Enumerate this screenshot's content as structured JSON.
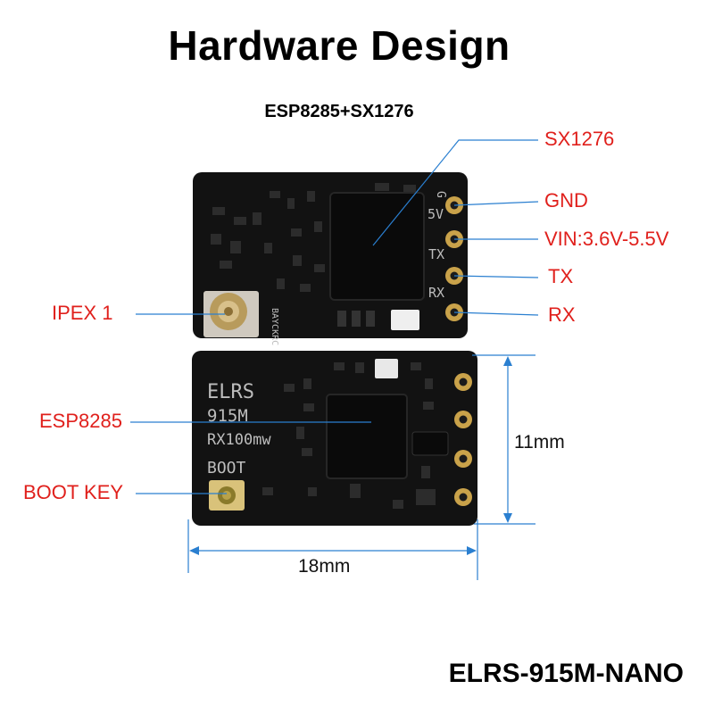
{
  "title": "Hardware Design",
  "subtitle": "ESP8285+SX1276",
  "model": "ELRS-915M-NANO",
  "callouts": {
    "sx1276": "SX1276",
    "gnd": "GND",
    "vin": "VIN:3.6V-5.5V",
    "tx": "TX",
    "rx": "RX",
    "ipex": "IPEX 1",
    "esp8285": "ESP8285",
    "boot_key": "BOOT KEY"
  },
  "dimensions": {
    "height": "11mm",
    "width": "18mm"
  },
  "silkscreen": {
    "line1": "ELRS",
    "line2": "915M",
    "line3": "RX100mw",
    "boot": "BOOT",
    "pin_g": "G",
    "pin_5v": "5V",
    "pin_tx": "TX",
    "pin_rx": "RX",
    "brand": "BAYCKRC"
  },
  "colors": {
    "callout": "#e0201c",
    "leader": "#2a7fd0",
    "pcb": "#121212",
    "pad": "#c9a24a"
  }
}
